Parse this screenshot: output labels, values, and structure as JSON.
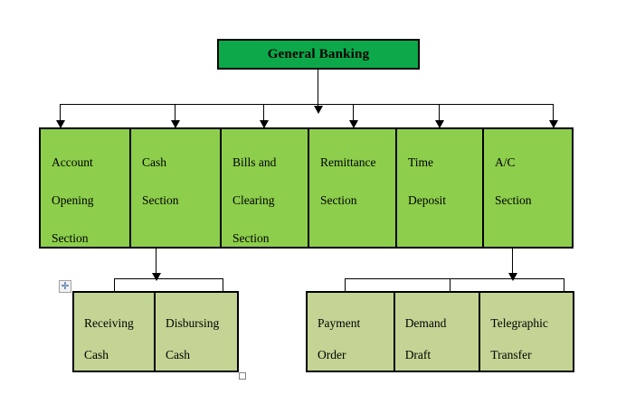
{
  "diagram": {
    "title": "General Banking",
    "root": {
      "label": "General Banking"
    },
    "colors": {
      "root_fill": "#0CA84A",
      "main_fill": "#8DCE4C",
      "sub_fill": "#C4D494",
      "border": "#000000",
      "canvas": "#FFFFFF",
      "handle_accent": "#2B579A"
    },
    "main_sections": [
      {
        "line1": "Account",
        "line2": "Opening",
        "line3": "Section"
      },
      {
        "line1": "Cash",
        "line2": "Section",
        "line3": ""
      },
      {
        "line1": "Bills and",
        "line2": "Clearing",
        "line3": "Section"
      },
      {
        "line1": "Remittance",
        "line2": "Section",
        "line3": ""
      },
      {
        "line1": "Time",
        "line2": "Deposit",
        "line3": ""
      },
      {
        "line1": "A/C",
        "line2": "Section",
        "line3": ""
      }
    ],
    "cash_children": [
      {
        "line1": "Receiving",
        "line2": "Cash"
      },
      {
        "line1": "Disbursing",
        "line2": "Cash"
      }
    ],
    "remittance_children": [
      {
        "line1": "Payment",
        "line2": "Order"
      },
      {
        "line1": "Demand",
        "line2": "Draft"
      },
      {
        "line1": "Telegraphic",
        "line2": "Transfer"
      }
    ],
    "handles": {
      "move_glyph": "✛",
      "move_name": "table-move-handle",
      "resize_name": "table-resize-handle"
    }
  }
}
